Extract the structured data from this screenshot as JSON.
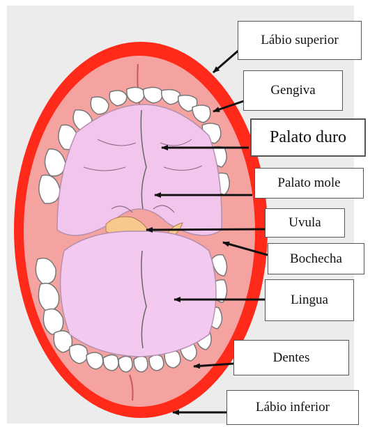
{
  "labels": {
    "labio_superior": "Lábio superior",
    "gengiva": "Gengiva",
    "palato_duro": "Palato duro",
    "palato_mole": "Palato mole",
    "uvula": "Uvula",
    "bochecha": "Bochecha",
    "lingua": "Lingua",
    "dentes": "Dentes",
    "labio_inferior": "Lábio inferior"
  },
  "colors": {
    "background_panel": "#ececec",
    "lip": "#ff2a1a",
    "gum": "#f4a3a0",
    "palate": "#f2c6ec",
    "tongue": "#f3c9ef",
    "uvula": "#f7c98c",
    "teeth": "#ffffff",
    "outline": "#666666",
    "arrow": "#111111"
  }
}
